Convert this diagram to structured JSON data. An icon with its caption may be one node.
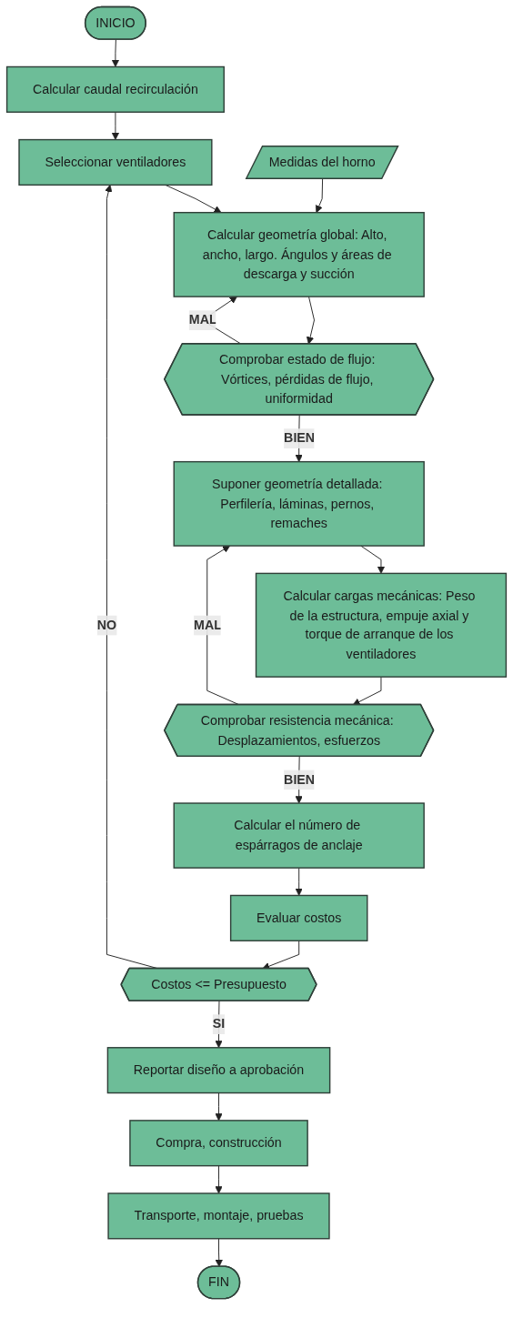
{
  "diagram": {
    "nodes": [
      {
        "text": [
          "INICIO"
        ]
      },
      {
        "text": [
          "Calcular caudal recirculación"
        ]
      },
      {
        "text": [
          "Seleccionar ventiladores"
        ]
      },
      {
        "text": [
          "Medidas del horno"
        ]
      },
      {
        "text": [
          "Calcular geometría global: Alto, ancho, largo. Ángulos y áreas de descarga y succión"
        ]
      },
      {
        "text": [
          "Comprobar estado de flujo: Vórtices, pérdidas de flujo, uniformidad"
        ]
      },
      {
        "text": [
          "Suponer geometría detallada: Perfilería, láminas, pernos, remaches"
        ]
      },
      {
        "text": [
          "Calcular cargas mecánicas: Peso de la estructura, empuje axial y torque de arranque de los ventiladores"
        ]
      },
      {
        "text": [
          "Comprobar resistencia mecánica: Desplazamientos, esfuerzos"
        ]
      },
      {
        "text": [
          "Calcular el número de espárragos de anclaje"
        ]
      },
      {
        "text": [
          "Evaluar costos"
        ]
      },
      {
        "text": [
          "Costos <= Presupuesto"
        ]
      },
      {
        "text": [
          "Reportar diseño a aprobación"
        ]
      },
      {
        "text": [
          "Compra, construcción"
        ]
      },
      {
        "text": [
          "Transporte, montaje, pruebas"
        ]
      },
      {
        "text": [
          "FIN"
        ]
      }
    ],
    "edges": [
      {
        "from": 0,
        "to": 1,
        "arrow": "to"
      },
      {
        "from": 1,
        "to": 2,
        "arrow": "to"
      },
      {
        "from": 2,
        "to": 4,
        "arrow": "to"
      },
      {
        "from": 3,
        "to": 4,
        "arrow": "to"
      },
      {
        "from": 4,
        "to": 5,
        "arrow": "to"
      },
      {
        "from": 5,
        "to": 4,
        "label": "MAL",
        "arrow": "to"
      },
      {
        "from": 5,
        "to": 6,
        "label": "BIEN",
        "arrow": "to"
      },
      {
        "from": 6,
        "to": 7,
        "arrow": "to"
      },
      {
        "from": 7,
        "to": 8,
        "arrow": "to"
      },
      {
        "from": 8,
        "to": 6,
        "label": "MAL",
        "arrow": "to"
      },
      {
        "from": 8,
        "to": 9,
        "label": "BIEN",
        "arrow": "to"
      },
      {
        "from": 9,
        "to": 10,
        "arrow": "to"
      },
      {
        "from": 10,
        "to": 11,
        "arrow": "to"
      },
      {
        "from": 11,
        "to": 2,
        "label": "NO",
        "arrow": "to"
      },
      {
        "from": 11,
        "to": 12,
        "label": "SI",
        "arrow": "to"
      },
      {
        "from": 12,
        "to": 13,
        "arrow": "to"
      },
      {
        "from": 13,
        "to": 14,
        "arrow": "to"
      },
      {
        "from": 14,
        "to": 15,
        "arrow": "to"
      }
    ]
  }
}
